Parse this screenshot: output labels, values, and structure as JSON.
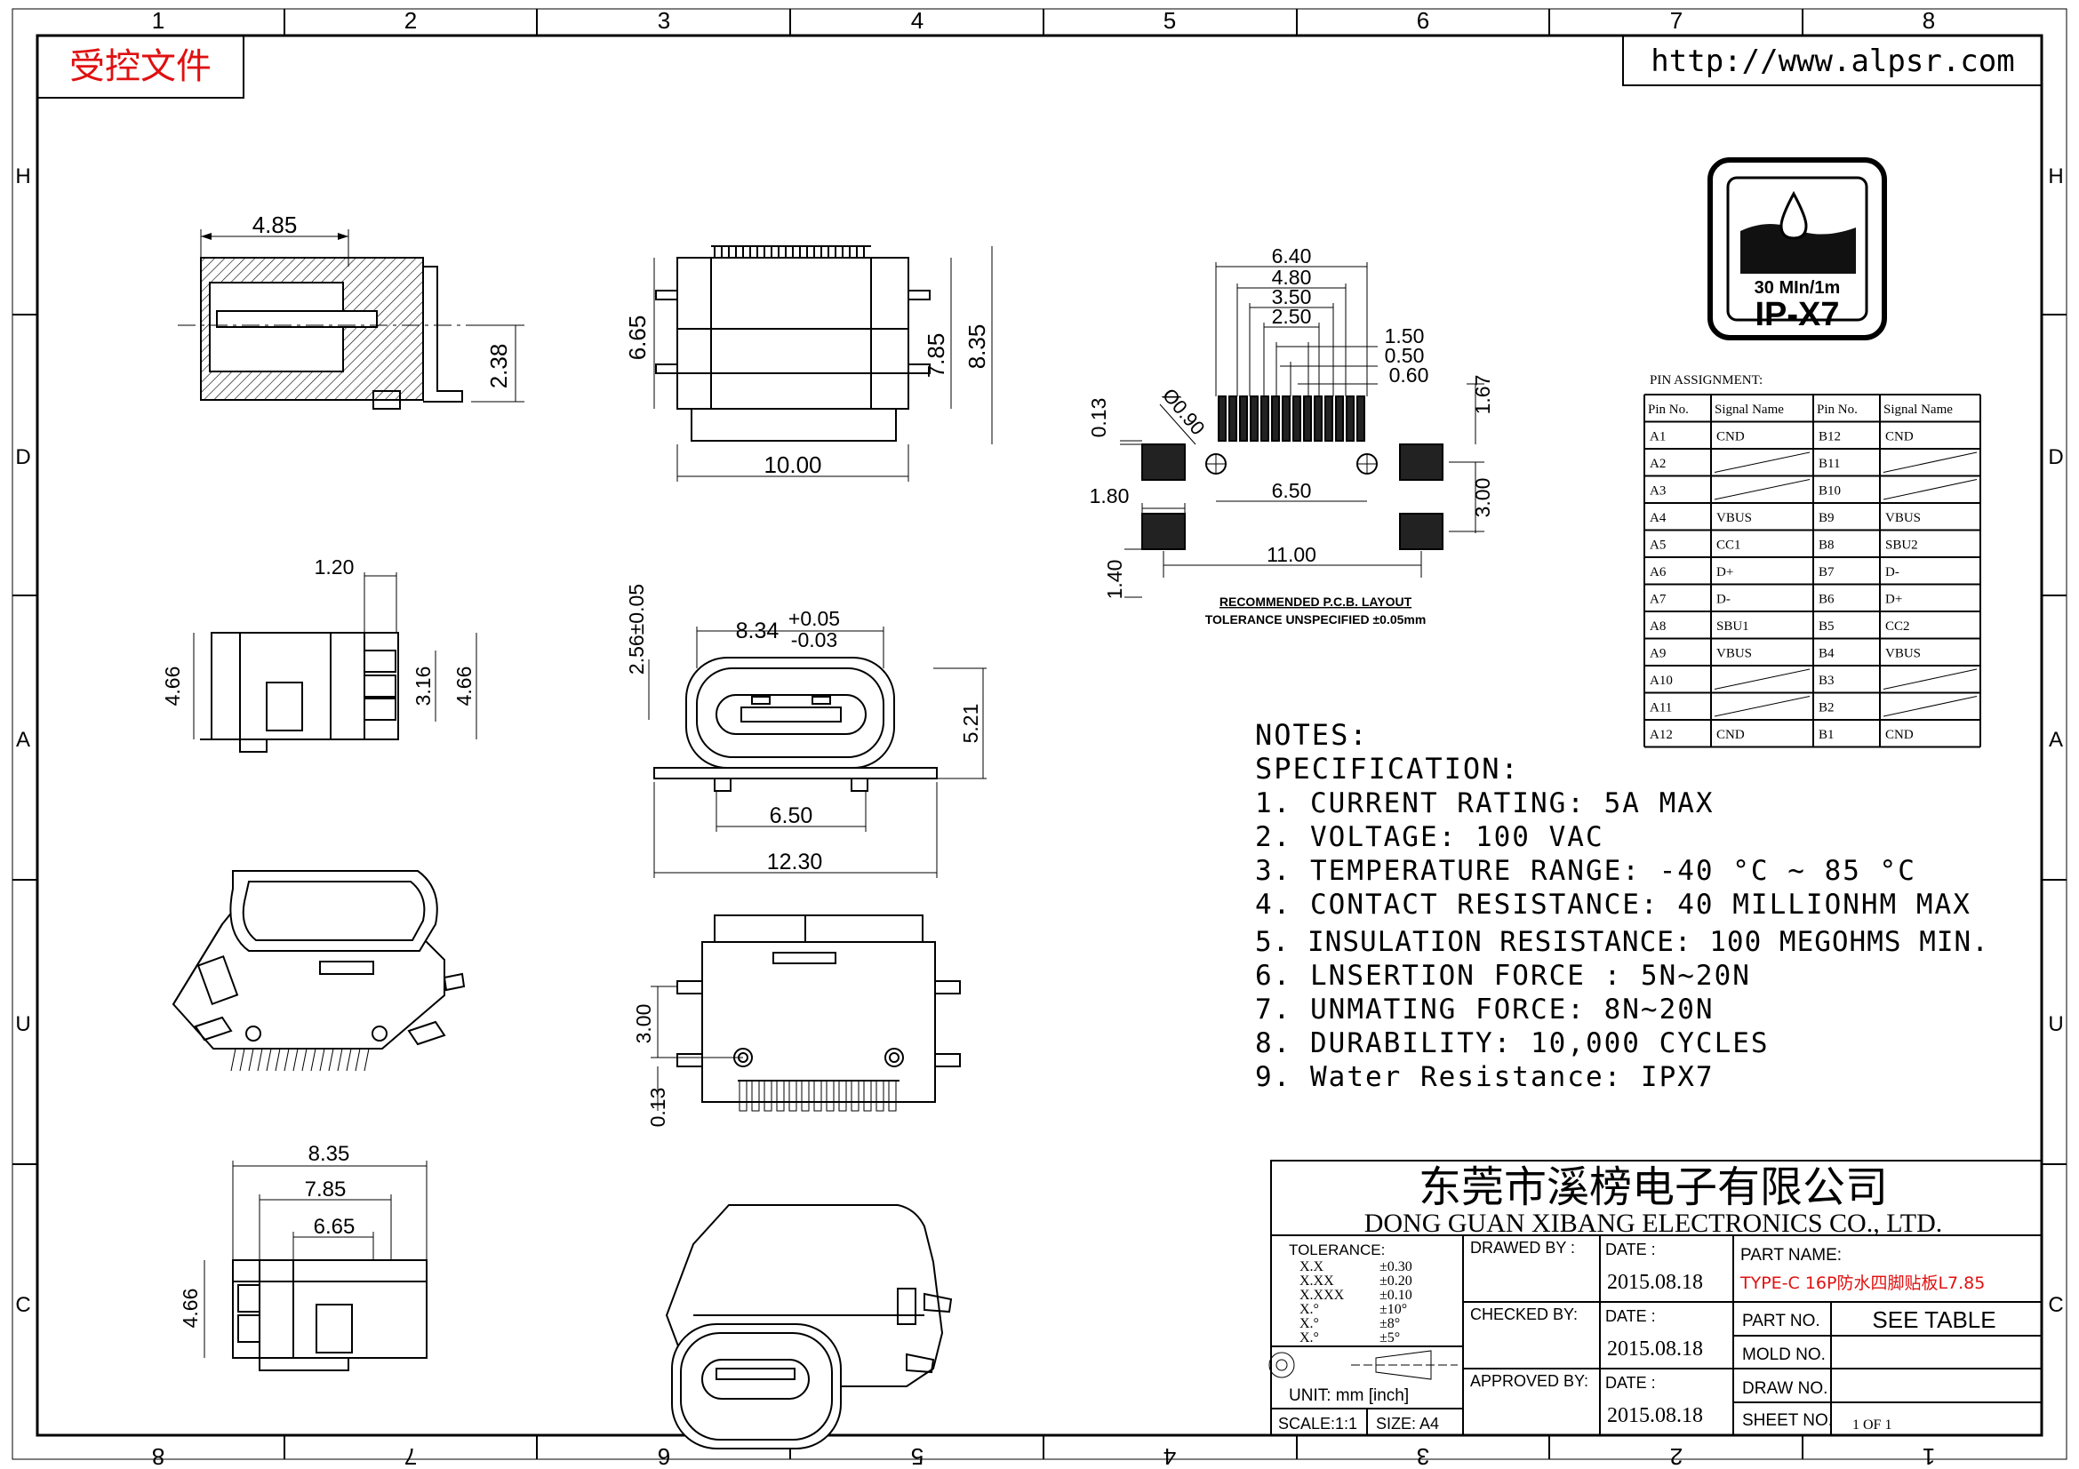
{
  "border": {
    "top_numbers": [
      "1",
      "2",
      "3",
      "4",
      "5",
      "6",
      "7",
      "8"
    ],
    "bottom_numbers": [
      "8",
      "7",
      "6",
      "5",
      "4",
      "3",
      "2",
      "1"
    ],
    "side_letters": [
      "H",
      "D",
      "A",
      "U",
      "C"
    ]
  },
  "stamp": "受控文件",
  "url": "http://www.alpsr.com",
  "badge": {
    "line1": "30 MIn/1m",
    "line2": "IP-X7"
  },
  "dimensions": {
    "side_top": [
      "4.85",
      "2.38"
    ],
    "front_top": [
      "6.65",
      "7.85",
      "8.35",
      "10.00"
    ],
    "pcb": [
      "6.40",
      "4.80",
      "3.50",
      "2.50",
      "1.50",
      "0.50",
      "0.60",
      "1.67",
      "0.13",
      "Ø0.90",
      "6.50",
      "3.00",
      "1.80",
      "11.00",
      "1.40"
    ],
    "side_mid": [
      "1.20",
      "4.66",
      "3.16",
      "4.66"
    ],
    "mouth": [
      "2.56±0.05",
      "8.34",
      "+0.05",
      "-0.03",
      "5.21",
      "6.50",
      "12.30"
    ],
    "bottom_view": [
      "3.00",
      "0.13"
    ],
    "side_bottom": [
      "8.35",
      "7.85",
      "6.65",
      "4.66"
    ]
  },
  "pcb_layout": {
    "title": "RECOMMENDED P.C.B. LAYOUT",
    "tolerance": "TOLERANCE UNSPECIFIED ±0.05mm"
  },
  "pin_table": {
    "title": "PIN ASSIGNMENT:",
    "headers": [
      "Pin No.",
      "Signal Name",
      "Pin No.",
      "Signal Name"
    ],
    "rows": [
      [
        "A1",
        "CND",
        "B12",
        "CND"
      ],
      [
        "A2",
        "",
        "B11",
        ""
      ],
      [
        "A3",
        "",
        "B10",
        ""
      ],
      [
        "A4",
        "VBUS",
        "B9",
        "VBUS"
      ],
      [
        "A5",
        "CC1",
        "B8",
        "SBU2"
      ],
      [
        "A6",
        "D+",
        "B7",
        "D-"
      ],
      [
        "A7",
        "D-",
        "B6",
        "D+"
      ],
      [
        "A8",
        "SBU1",
        "B5",
        "CC2"
      ],
      [
        "A9",
        "VBUS",
        "B4",
        "VBUS"
      ],
      [
        "A10",
        "",
        "B3",
        ""
      ],
      [
        "A11",
        "",
        "B2",
        ""
      ],
      [
        "A12",
        "CND",
        "B1",
        "CND"
      ]
    ]
  },
  "notes": {
    "title": "NOTES:",
    "spec": "SPECIFICATION:",
    "items": [
      "1. CURRENT RATING: 5A MAX",
      "2. VOLTAGE: 100 VAC",
      "3. TEMPERATURE RANGE: -40 °C ~ 85 °C",
      "4. CONTACT RESISTANCE: 40 MILLIONHM MAX",
      "5. INSULATION RESISTANCE: 100 MEGOHMS MIN.",
      "6. LNSERTION FORCE : 5N~20N",
      "7. UNMATING FORCE: 8N~20N",
      "8. DURABILITY:  10,000 CYCLES",
      "9. Water Resistance: IPX7"
    ]
  },
  "title_block": {
    "company_cn": "东莞市溪榜电子有限公司",
    "company_en": "DONG GUAN XIBANG ELECTRONICS CO., LTD.",
    "tolerance_label": "TOLERANCE:",
    "tol_left": [
      "X.X",
      "X.XX",
      "X.XXX",
      "X.°",
      "X.°",
      "X.°"
    ],
    "tol_right": [
      "±0.30",
      "±0.20",
      "±0.10",
      "±10°",
      "±8°",
      "±5°"
    ],
    "unit": "UNIT:  mm  [inch]",
    "scale": "SCALE:1:1",
    "size": "SIZE:  A4",
    "drawn_by": "DRAWED BY :",
    "checked_by": "CHECKED BY:",
    "approved_by": "APPROVED BY:",
    "date_label": "DATE :",
    "dates": [
      "2015.08.18",
      "2015.08.18",
      "2015.08.18"
    ],
    "part_name_label": "PART  NAME:",
    "part_name": "TYPE-C 16P防水四脚贴板L7.85",
    "part_no_label": "PART  NO.",
    "part_no": "SEE TABLE",
    "mold_no_label": "MOLD  NO.",
    "draw_no_label": "DRAW  NO.",
    "sheet_no_label": "SHEET  NO.",
    "sheet_no": "1 OF 1"
  }
}
